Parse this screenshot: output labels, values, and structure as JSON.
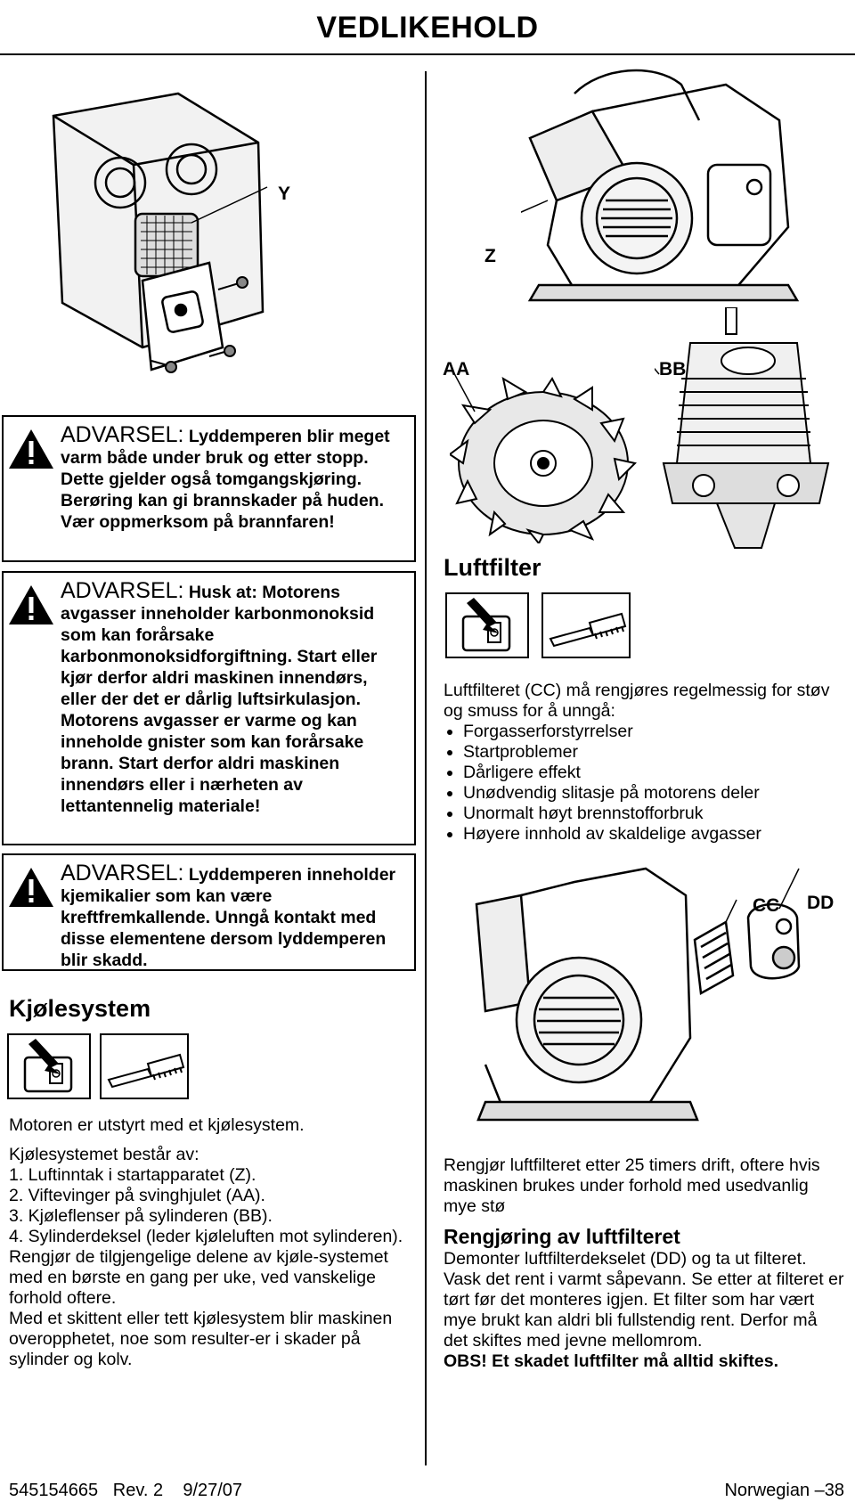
{
  "header": {
    "title": "VEDLIKEHOLD"
  },
  "callouts": {
    "y": "Y",
    "z": "Z",
    "aa": "AA",
    "bb": "BB",
    "cc": "CC",
    "dd": "DD"
  },
  "warnings": [
    {
      "title": "ADVARSEL:",
      "lead": "Lyddemperen blir",
      "text": "meget varm både under bruk og etter stopp. Dette gjelder også tomgangskjøring. Berøring kan gi brannskader på huden. Vær oppmerksom på brannfaren!"
    },
    {
      "title": "ADVARSEL:",
      "lead": "Husk at:",
      "text": "Motorens avgasser inneholder karbonmonoksid som kan forårsake karbonmonoksidforgiftning. Start eller kjør derfor aldri maskinen innendørs, eller der det er dårlig luftsirkulasjon. Motorens avgasser er varme og kan inneholde gnister som kan forårsake brann. Start derfor aldri maskinen innendørs eller i nærheten av lettantennelig materiale!"
    },
    {
      "title": "ADVARSEL:",
      "lead": "Lyddemperen",
      "text": "inneholder kjemikalier som kan være kreftfremkallende. Unngå kontakt med disse elementene dersom lyddemperen blir skadd."
    }
  ],
  "cooling": {
    "title": "Kjølesystem",
    "intro": "Motoren er utstyrt med et kjølesystem.",
    "consists": "Kjølesystemet består av:",
    "items": [
      "1. Luftinntak i startapparatet (Z).",
      "2. Viftevinger på svinghjulet (AA).",
      "3. Kjøleflenser på sylinderen (BB).",
      "4. Sylinderdeksel (leder kjøleluften mot sylinderen)."
    ],
    "para1": "Rengjør de tilgjengelige delene av kjøle-systemet med en børste en gang per uke, ved vanskelige forhold oftere.",
    "para2": "Med et skittent eller tett kjølesystem blir maskinen overopphetet, noe som resulter-er i skader på sylinder og kolv."
  },
  "air_filter": {
    "title": "Luftfilter",
    "intro": "Luftfilteret (CC) må rengjøres regelmessig for støv og smuss for å unngå:",
    "bullets": [
      "Forgasserforstyrrelser",
      "Startproblemer",
      "Dårligere effekt",
      "Unødvendig slitasje på motorens deler",
      "Unormalt høyt brennstofforbruk",
      "Høyere innhold av skaldelige avgasser"
    ],
    "clean_interval": "Rengjør luftfilteret etter 25 timers drift, oftere hvis maskinen brukes under forhold med usedvanlig mye stø",
    "cleaning_title": "Rengjøring av luftfilteret",
    "cleaning_text": "Demonter luftfilterdekselet (DD) og ta ut filteret. Vask det rent i varmt såpevann. Se etter at filteret er tørt før det monteres igjen. Et filter som har vært mye brukt kan aldri bli fullstendig rent. Derfor må det skiftes med jevne mellomrom.",
    "obs": "OBS!  Et skadet luftfilter må alltid skiftes."
  },
  "footer": {
    "left": "545154665   Rev. 2    9/27/07",
    "right": "Norwegian –38"
  },
  "icons": [
    "warning-triangle-icon",
    "switch-off-icon",
    "brush-icon"
  ]
}
